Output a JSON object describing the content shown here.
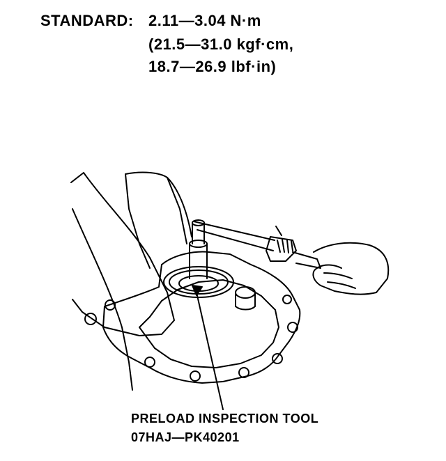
{
  "spec": {
    "label": "STANDARD:",
    "line1": "2.11—3.04 N·m",
    "line2": "(21.5—31.0 kgf·cm,",
    "line3": "18.7—26.9 lbf·in)"
  },
  "callout": {
    "tool_name": "PRELOAD INSPECTION TOOL",
    "tool_part": "07HAJ—PK40201"
  }
}
